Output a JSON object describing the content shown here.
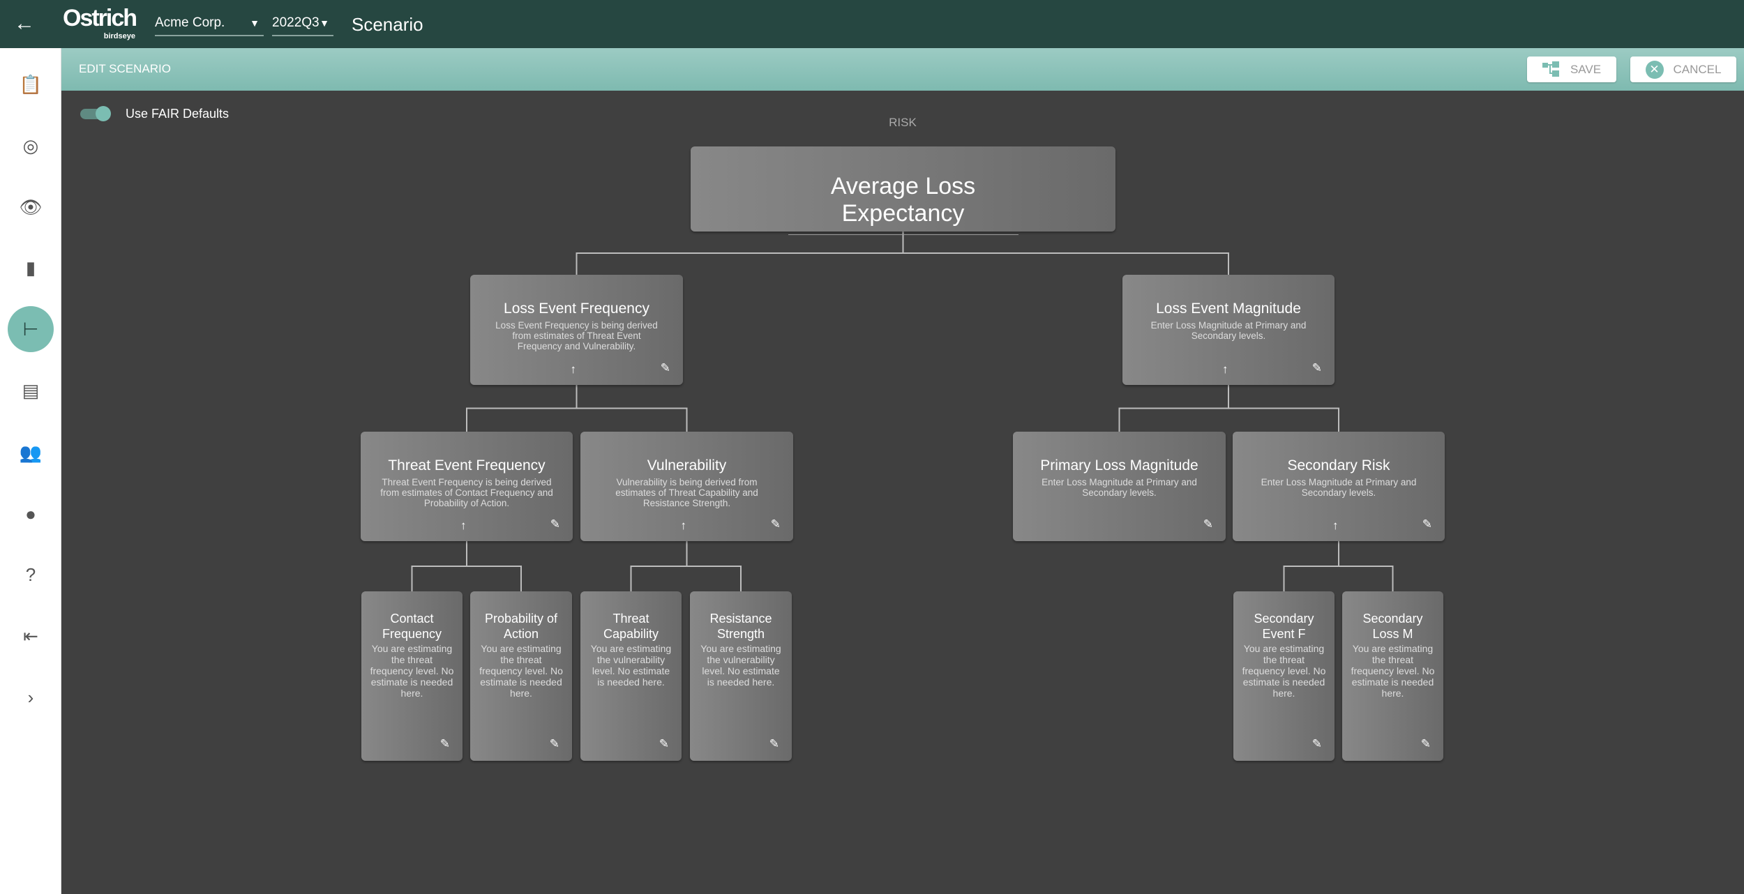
{
  "header": {
    "back_icon": "arrow-left-icon",
    "logo": "Ostrich birdseye",
    "organization": "Acme Corp.",
    "period": "2022Q3",
    "title": "Scenario"
  },
  "sidebar": {
    "items": [
      {
        "icon": "clipboard-icon",
        "glyph": "📋"
      },
      {
        "icon": "radar-icon",
        "glyph": "◎"
      },
      {
        "icon": "eye-window-icon",
        "glyph": "👁"
      },
      {
        "icon": "bar-chart-icon",
        "glyph": "▮"
      },
      {
        "icon": "tree-icon",
        "glyph": "⊢",
        "active": true
      },
      {
        "icon": "report-icon",
        "glyph": "▤"
      },
      {
        "icon": "people-icon",
        "glyph": "👥"
      },
      {
        "icon": "account-icon",
        "glyph": "●"
      },
      {
        "icon": "help-icon",
        "glyph": "?"
      },
      {
        "icon": "exit-icon",
        "glyph": "⇤"
      },
      {
        "icon": "chevron-right-icon",
        "glyph": "›"
      }
    ]
  },
  "editbar": {
    "title": "EDIT SCENARIO",
    "save": "SAVE",
    "cancel": "CANCEL"
  },
  "toggle": {
    "label": "Use FAIR Defaults",
    "on": true
  },
  "tree": {
    "root_label": "RISK",
    "nodes": {
      "ale": {
        "title": "Average Loss Expectancy",
        "desc": ""
      },
      "lef": {
        "title": "Loss Event Frequency",
        "desc": "Loss Event Frequency is being derived from estimates of Threat Event Frequency and Vulnerability."
      },
      "lem": {
        "title": "Loss Event Magnitude",
        "desc": "Enter Loss Magnitude at Primary and Secondary levels."
      },
      "tef": {
        "title": "Threat Event Frequency",
        "desc": "Threat Event Frequency is being derived from estimates of Contact Frequency and Probability of Action."
      },
      "vuln": {
        "title": "Vulnerability",
        "desc": "Vulnerability is being derived from estimates of Threat Capability and Resistance Strength."
      },
      "plm": {
        "title": "Primary Loss Magnitude",
        "desc": "Enter Loss Magnitude at Primary and Secondary levels."
      },
      "sr": {
        "title": "Secondary Risk",
        "desc": "Enter Loss Magnitude at Primary and Secondary levels."
      },
      "cf": {
        "title": "Contact Frequency",
        "desc": "You are estimating the threat frequency level. No estimate is needed here."
      },
      "poa": {
        "title": "Probability of Action",
        "desc": "You are estimating the threat frequency level. No estimate is needed here."
      },
      "tc": {
        "title": "Threat Capability",
        "desc": "You are estimating the vulnerability level. No estimate is needed here."
      },
      "rs": {
        "title": "Resistance Strength",
        "desc": "You are estimating the vulnerability level. No estimate is needed here."
      },
      "sef": {
        "title": "Secondary Event F",
        "desc": "You are estimating the threat frequency level. No estimate is needed here."
      },
      "slm": {
        "title": "Secondary Loss M",
        "desc": "You are estimating the threat frequency level. No estimate is needed here."
      }
    }
  }
}
